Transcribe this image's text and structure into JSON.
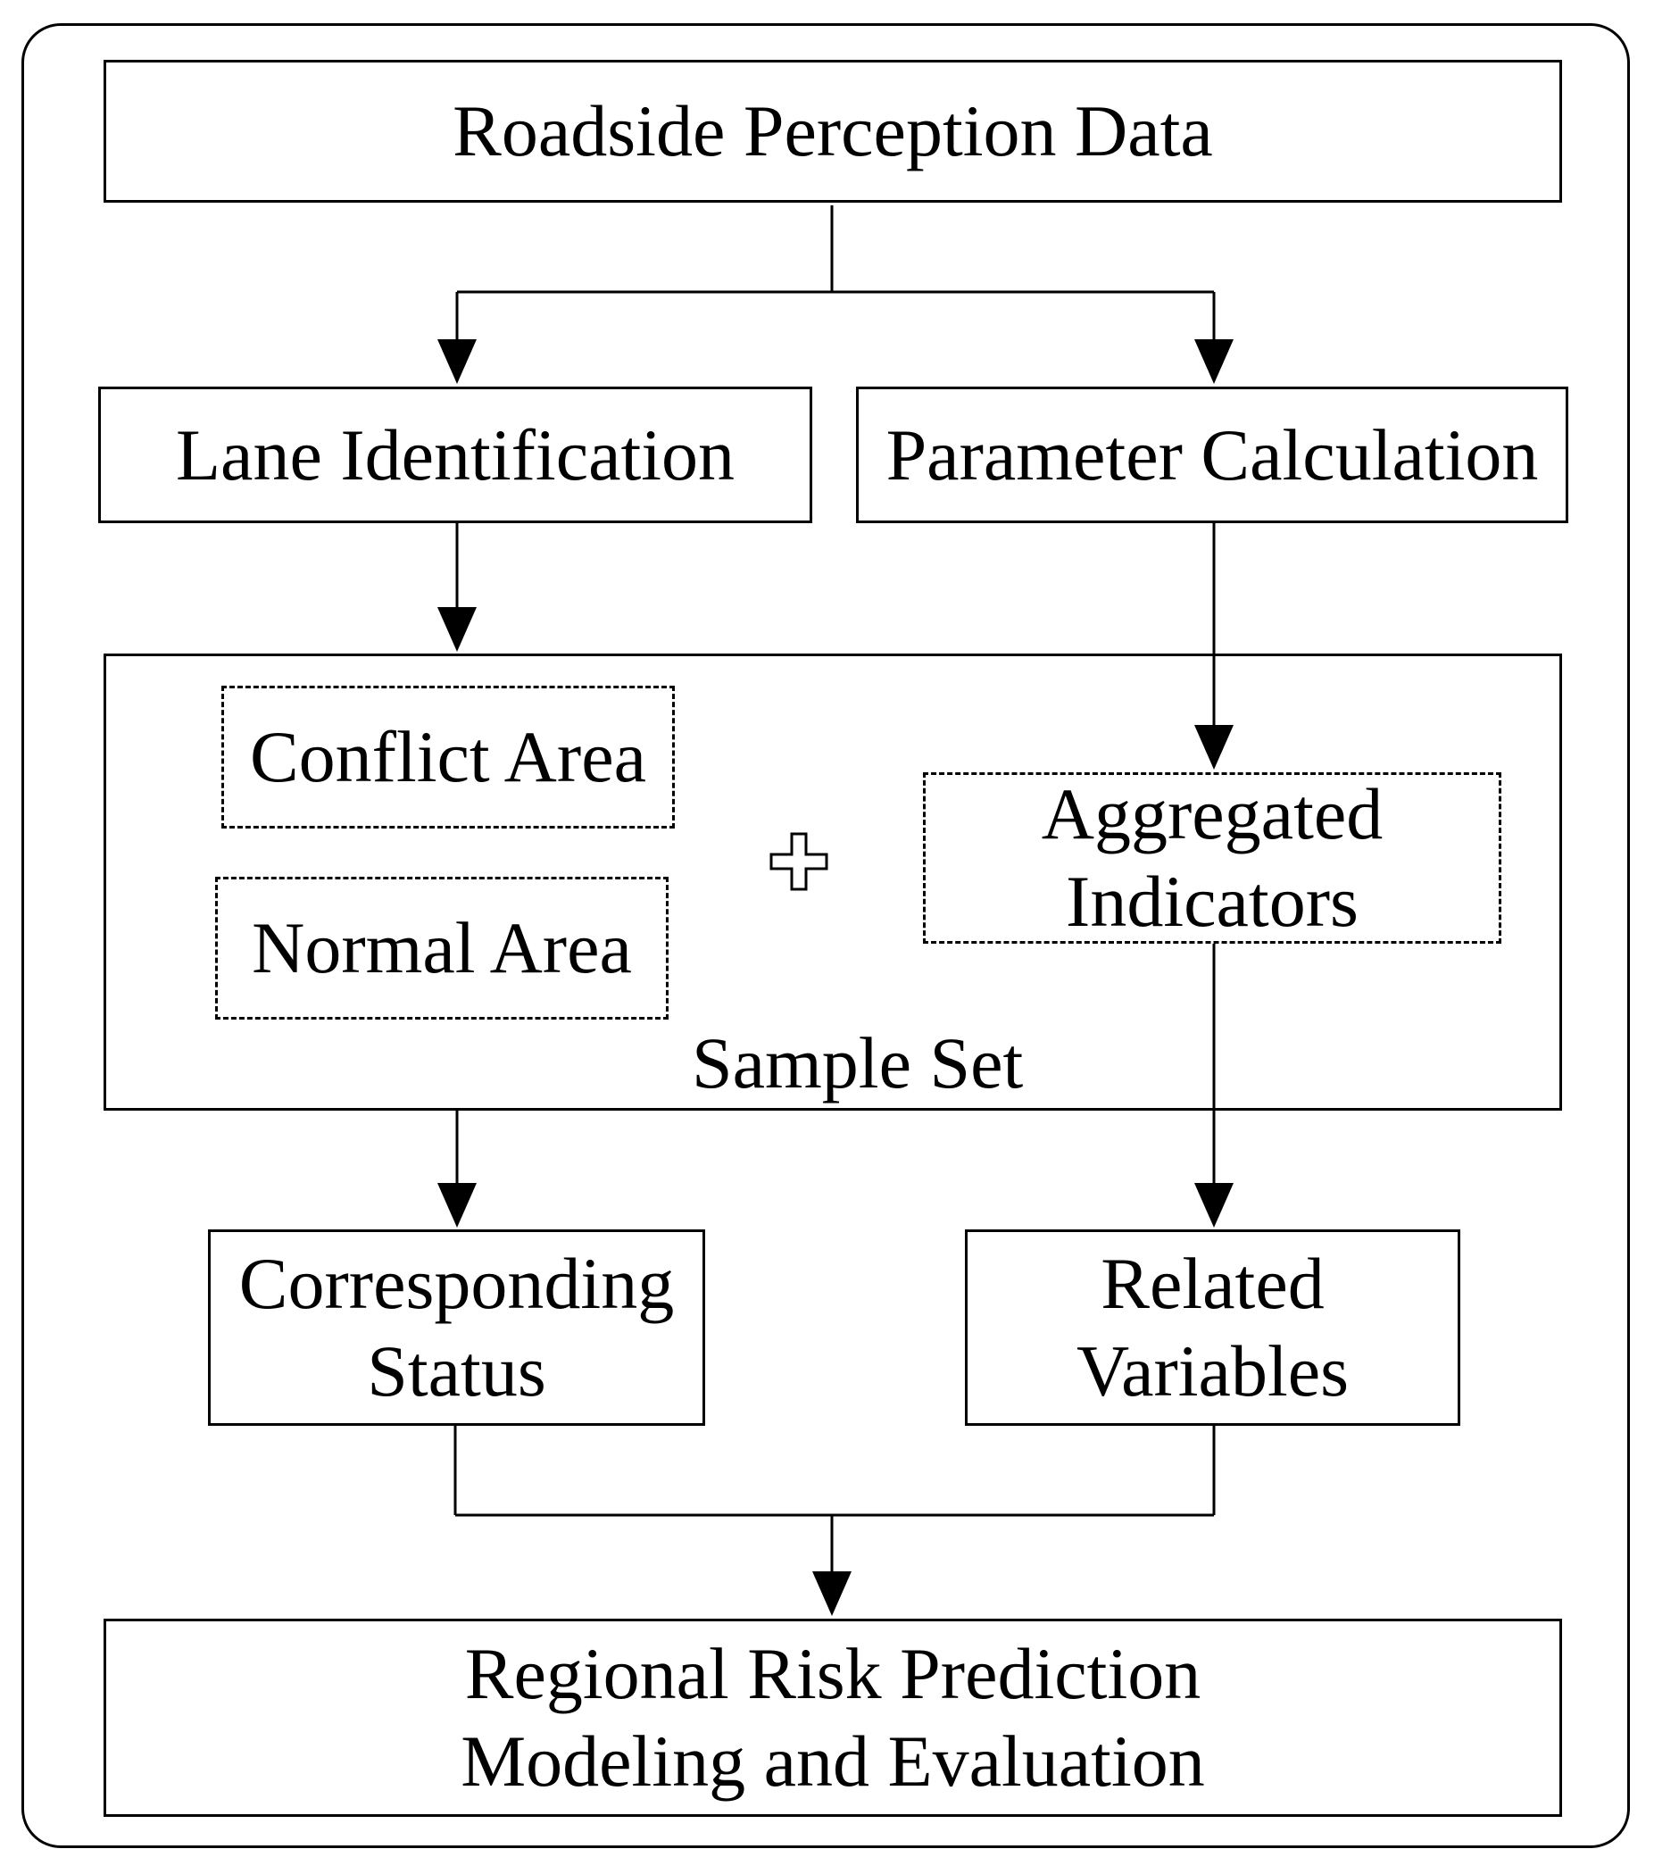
{
  "boxes": {
    "roadside": "Roadside Perception Data",
    "lane": "Lane Identification",
    "parameter": "Parameter Calculation",
    "conflict": "Conflict Area",
    "normal": "Normal Area",
    "aggregated": [
      "Aggregated",
      "Indicators"
    ],
    "sample_set": "Sample Set",
    "corresponding": [
      "Corresponding",
      "Status"
    ],
    "related": [
      "Related",
      "Variables"
    ],
    "regional": [
      "Regional Risk Prediction",
      "Modeling and Evaluation"
    ]
  },
  "plus_symbol": "+"
}
